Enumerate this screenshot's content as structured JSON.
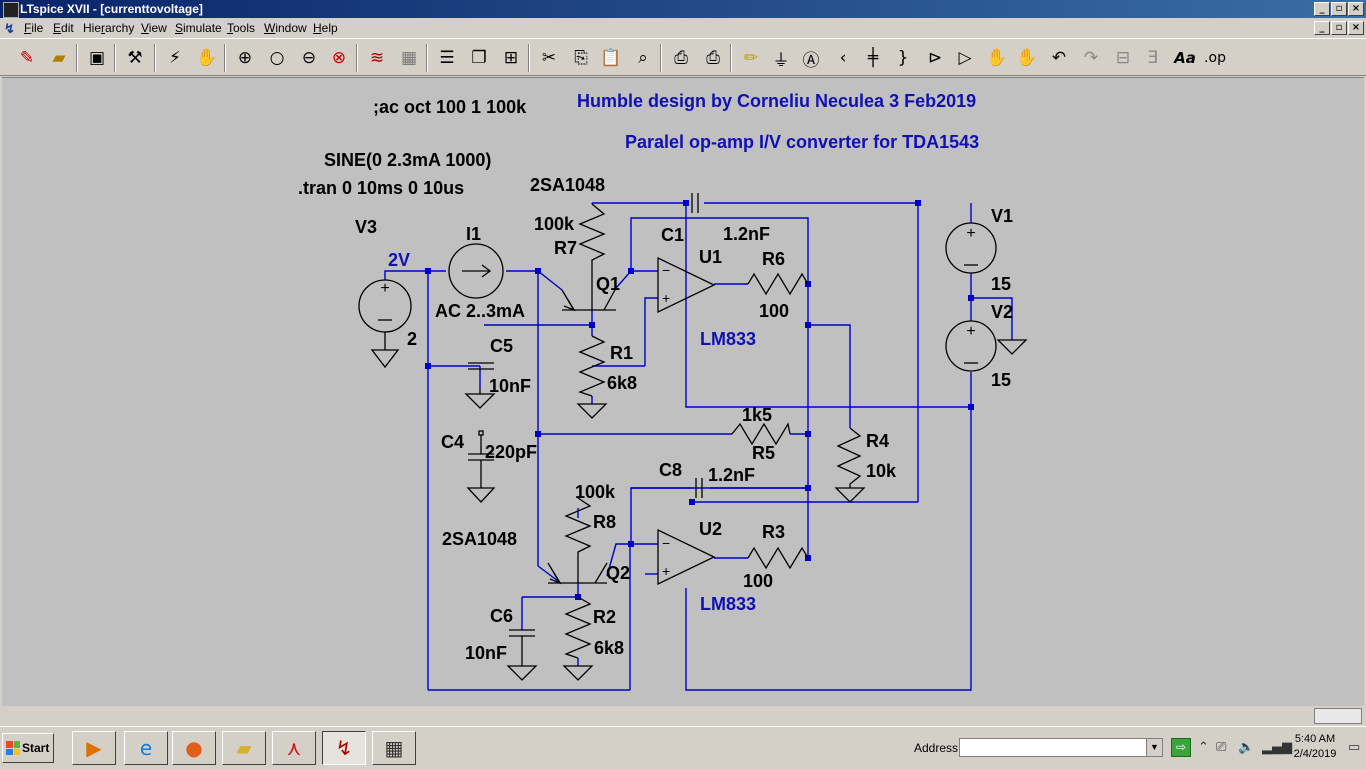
{
  "window": {
    "title": "LTspice XVII - [currenttovoltage]"
  },
  "menu": {
    "items": [
      {
        "label": "File",
        "key": "F"
      },
      {
        "label": "Edit",
        "key": "E"
      },
      {
        "label": "Hierarchy",
        "key": "r"
      },
      {
        "label": "View",
        "key": "V"
      },
      {
        "label": "Simulate",
        "key": "S"
      },
      {
        "label": "Tools",
        "key": "T"
      },
      {
        "label": "Window",
        "key": "W"
      },
      {
        "label": "Help",
        "key": "H"
      }
    ]
  },
  "toolbar": {
    "icons": [
      "new-schematic",
      "open",
      "save",
      "control-panel",
      "run",
      "halt",
      "zoom-in",
      "zoom-pan",
      "zoom-out",
      "zoom-cancel",
      "autorange",
      "view-fft",
      "tile-horizontal",
      "cascade",
      "tile-vertical",
      "cut",
      "copy",
      "paste",
      "find",
      "print-preview",
      "print",
      "draw-wire",
      "ground",
      "label-net",
      "resistor",
      "capacitor",
      "inductor",
      "diode",
      "component",
      "move",
      "drag",
      "undo",
      "redo",
      "rotate",
      "mirror",
      "text",
      "spice-directive"
    ],
    "text_aa": "Aa",
    "text_op": ".op"
  },
  "schematic": {
    "directives": {
      "ac": ";ac oct 100 1 100k",
      "sine": "SINE(0 2.3mA 1000)",
      "tran": ".tran 0 10ms 0 10us"
    },
    "comments": {
      "line1": "Humble design by Corneliu Neculea 3 Feb2019",
      "line2": "Paralel op-amp I/V converter  for TDA1543"
    },
    "components": {
      "V3": {
        "name": "V3",
        "value": "2",
        "net": "2V"
      },
      "I1": {
        "name": "I1",
        "value": "AC 2..3mA"
      },
      "Q1": {
        "name": "Q1",
        "model": "2SA1048"
      },
      "Q2": {
        "name": "Q2",
        "model": "2SA1048"
      },
      "R7": {
        "name": "R7",
        "value": "100k"
      },
      "R8": {
        "name": "R8",
        "value": "100k"
      },
      "C1": {
        "name": "C1",
        "value": "1.2nF"
      },
      "C8": {
        "name": "C8",
        "value": "1.2nF"
      },
      "U1": {
        "name": "U1",
        "model": "LM833"
      },
      "U2": {
        "name": "U2",
        "model": "LM833"
      },
      "R6": {
        "name": "R6",
        "value": "100"
      },
      "R3": {
        "name": "R3",
        "value": "100"
      },
      "R1": {
        "name": "R1",
        "value": "6k8"
      },
      "R2": {
        "name": "R2",
        "value": "6k8"
      },
      "C5": {
        "name": "C5",
        "value": "10nF"
      },
      "C6": {
        "name": "C6",
        "value": "10nF"
      },
      "C4": {
        "name": "C4",
        "value": "220pF"
      },
      "R5": {
        "name": "R5",
        "value": "1k5"
      },
      "R4": {
        "name": "R4",
        "value": "10k"
      },
      "V1": {
        "name": "V1",
        "value": "15"
      },
      "V2": {
        "name": "V2",
        "value": "15"
      }
    }
  },
  "taskbar": {
    "start_label": "Start",
    "apps": [
      "media-player",
      "internet-explorer",
      "firefox",
      "file-explorer",
      "acrobat",
      "ltspice",
      "calculator"
    ],
    "address_label": "Address",
    "address_value": "",
    "clock_time": "5:40 AM",
    "clock_date": "2/4/2019"
  },
  "colors": {
    "wire": "#0000c8",
    "component": "#000000",
    "label_blue": "#1010b4",
    "canvas_bg": "#c0c0c0",
    "title_grad_start": "#0a246a"
  }
}
